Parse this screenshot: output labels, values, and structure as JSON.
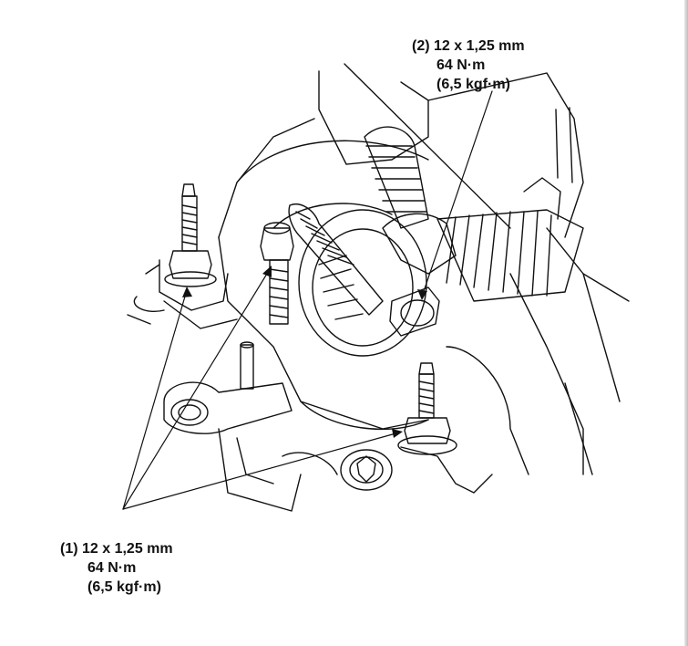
{
  "callouts": {
    "bolt_2": {
      "line1": "(2) 12 x 1,25 mm",
      "line2": "64 N·m",
      "line3": "(6,5 kgf·m)"
    },
    "bolt_1": {
      "line1": "(1) 12 x 1,25 mm",
      "line2": "64 N·m",
      "line3": "(6,5 kgf·m)"
    }
  },
  "colors": {
    "ink": "#111111",
    "paper": "#ffffff"
  }
}
